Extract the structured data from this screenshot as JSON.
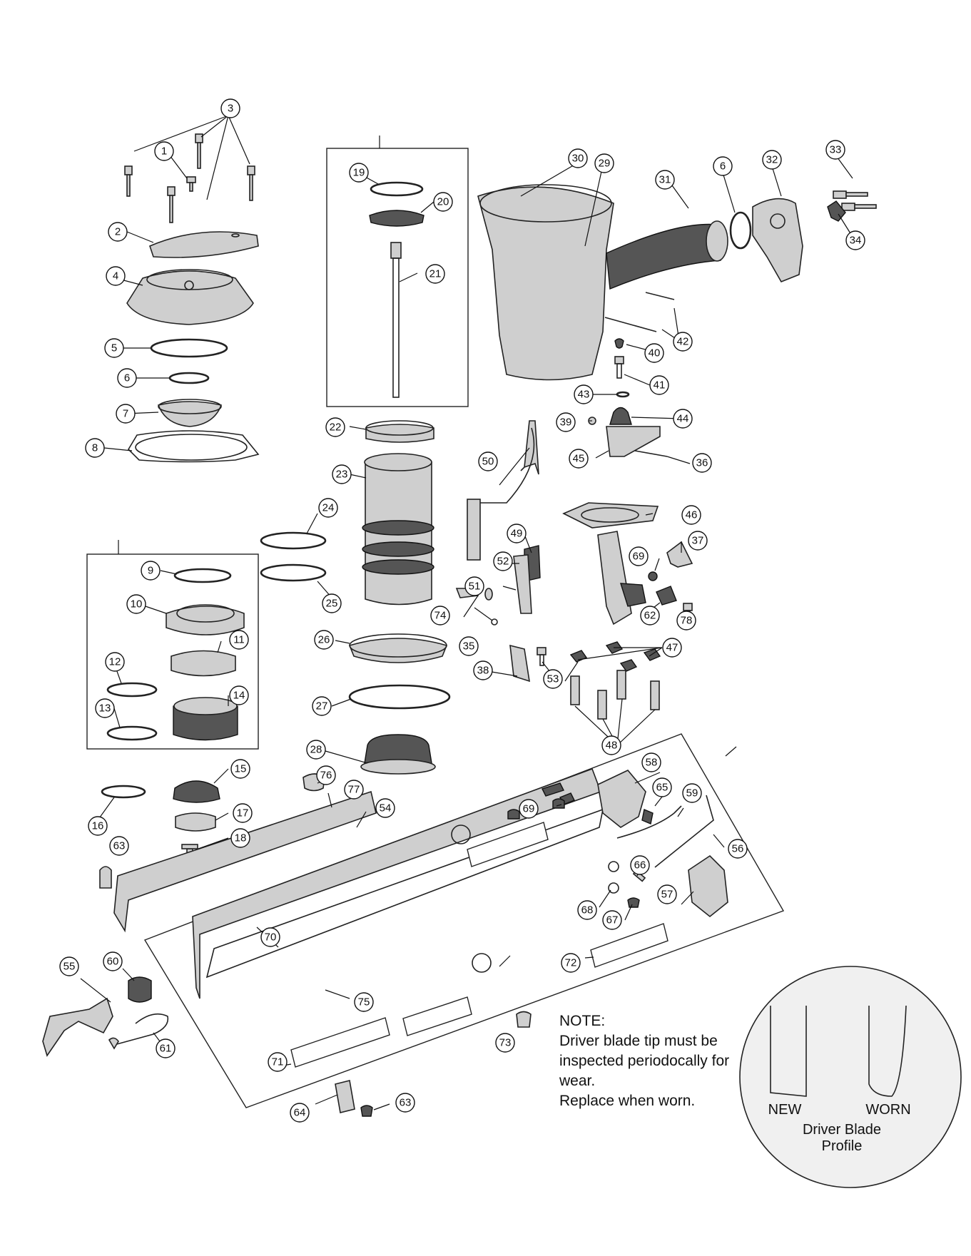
{
  "note": {
    "heading": "NOTE:",
    "lines": [
      "Driver blade tip must be",
      "inspected periodocally for",
      "wear.",
      "Replace when worn."
    ]
  },
  "profile": {
    "new_label": "NEW",
    "worn_label": "WORN",
    "caption_line1": "Driver Blade",
    "caption_line2": "Profile"
  },
  "callouts": [
    "1",
    "2",
    "3",
    "4",
    "5",
    "6",
    "7",
    "8",
    "9",
    "10",
    "11",
    "12",
    "13",
    "14",
    "15",
    "16",
    "17",
    "18",
    "19",
    "20",
    "21",
    "22",
    "23",
    "24",
    "25",
    "26",
    "27",
    "28",
    "29",
    "30",
    "31",
    "6",
    "32",
    "33",
    "34",
    "35",
    "36",
    "37",
    "38",
    "39",
    "40",
    "41",
    "42",
    "43",
    "44",
    "45",
    "46",
    "47",
    "48",
    "49",
    "50",
    "51",
    "52",
    "53",
    "54",
    "55",
    "56",
    "57",
    "58",
    "59",
    "60",
    "61",
    "62",
    "63",
    "63",
    "64",
    "65",
    "66",
    "67",
    "68",
    "69",
    "69",
    "70",
    "71",
    "72",
    "73",
    "74",
    "75",
    "76",
    "77",
    "78"
  ]
}
